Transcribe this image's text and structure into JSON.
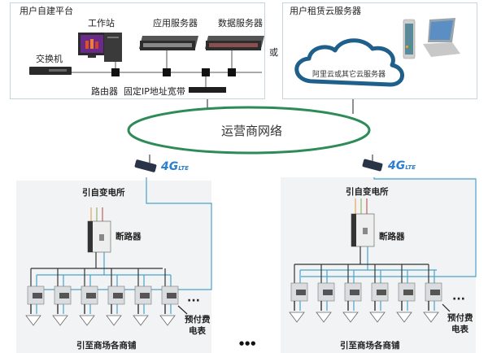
{
  "top_left_panel": {
    "title": "用户自建平台",
    "devices": {
      "workstation": "工作站",
      "app_server": "应用服务器",
      "data_server": "数据服务器",
      "switch": "交换机",
      "router": "路由器",
      "broadband": "固定IP地址宽带"
    }
  },
  "or_label": "或",
  "top_right_panel": {
    "title": "用户租赁云服务器",
    "cloud_label": "阿里云或其它云服务器"
  },
  "carrier_network": "运营商网络",
  "sites": [
    {
      "network_badge": "4G",
      "network_badge_sub": "LTE",
      "source_label": "引自变电所",
      "breaker_label": "断路器",
      "meter_label_line1": "预付费",
      "meter_label_line2": "电表",
      "ellipsis": "···",
      "footer_label": "引至商场各商铺",
      "meter_count": 6
    },
    {
      "network_badge": "4G",
      "network_badge_sub": "LTE",
      "source_label": "引自变电所",
      "breaker_label": "断路器",
      "meter_label_line1": "预付费",
      "meter_label_line2": "电表",
      "ellipsis": "···",
      "footer_label": "引至商场各商铺",
      "meter_count": 6
    }
  ],
  "between_sites_ellipsis": "●●●",
  "colors": {
    "ellipse_stroke": "#2e8b57",
    "cloud_stroke": "#1f5f8b",
    "panel_border": "#c8d4dc",
    "bus_line": "#333333",
    "signal_line": "#4aa3c8",
    "lte_blue": "#2a7fd0",
    "wire_orange": "#e8a35a",
    "wire_green": "#9ab36a",
    "wire_red": "#c0605a"
  }
}
